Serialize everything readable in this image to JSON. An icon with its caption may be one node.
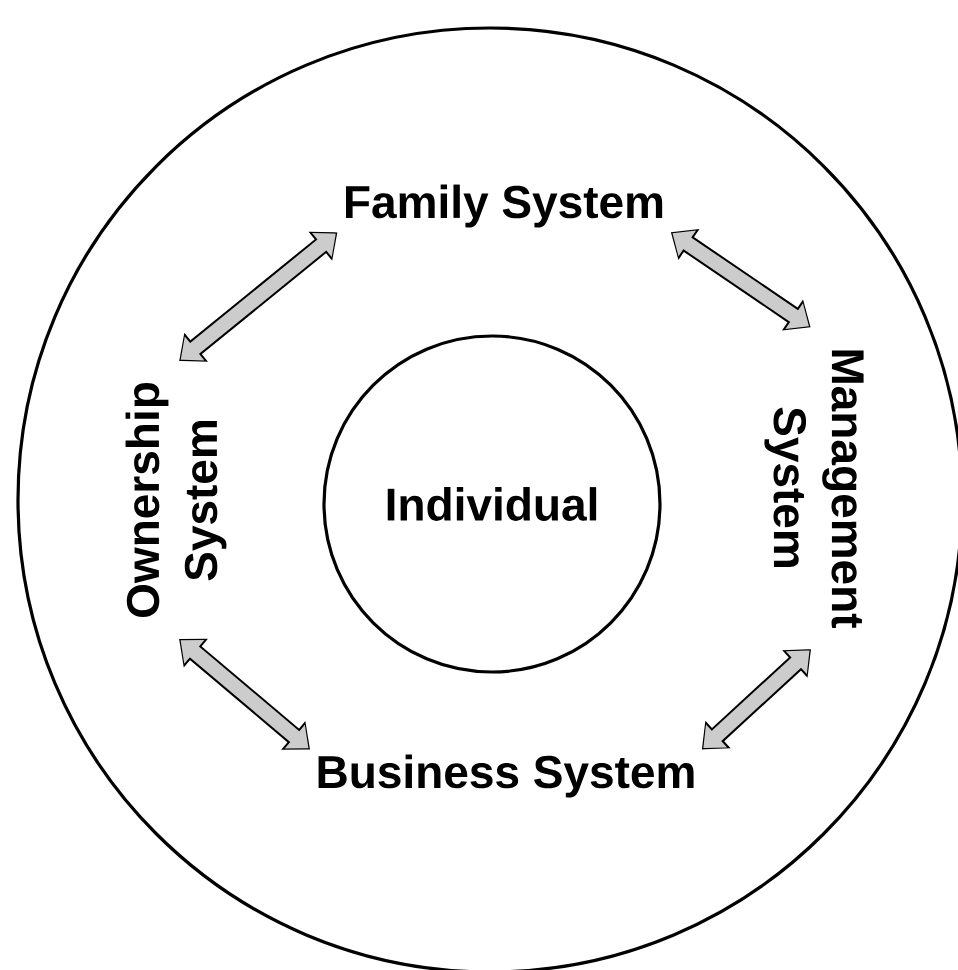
{
  "diagram": {
    "nodes": [
      {
        "text": [],
        "shape": "circle"
      },
      {
        "text": [
          "Family System"
        ],
        "in": 0
      },
      {
        "text": [
          "Ownership System"
        ],
        "in": 0
      },
      {
        "text": [
          "Individual"
        ],
        "in": 0
      },
      {
        "text": [
          "Management System"
        ],
        "in": 0
      },
      {
        "text": [
          "Business System"
        ],
        "in": 0
      }
    ],
    "edges": [
      {
        "from": 1,
        "to": 2,
        "arrow": "both"
      },
      {
        "from": 1,
        "to": 4,
        "arrow": "both"
      },
      {
        "from": 4,
        "to": 5,
        "arrow": "both"
      },
      {
        "from": 2,
        "to": 5,
        "arrow": "both"
      }
    ]
  }
}
